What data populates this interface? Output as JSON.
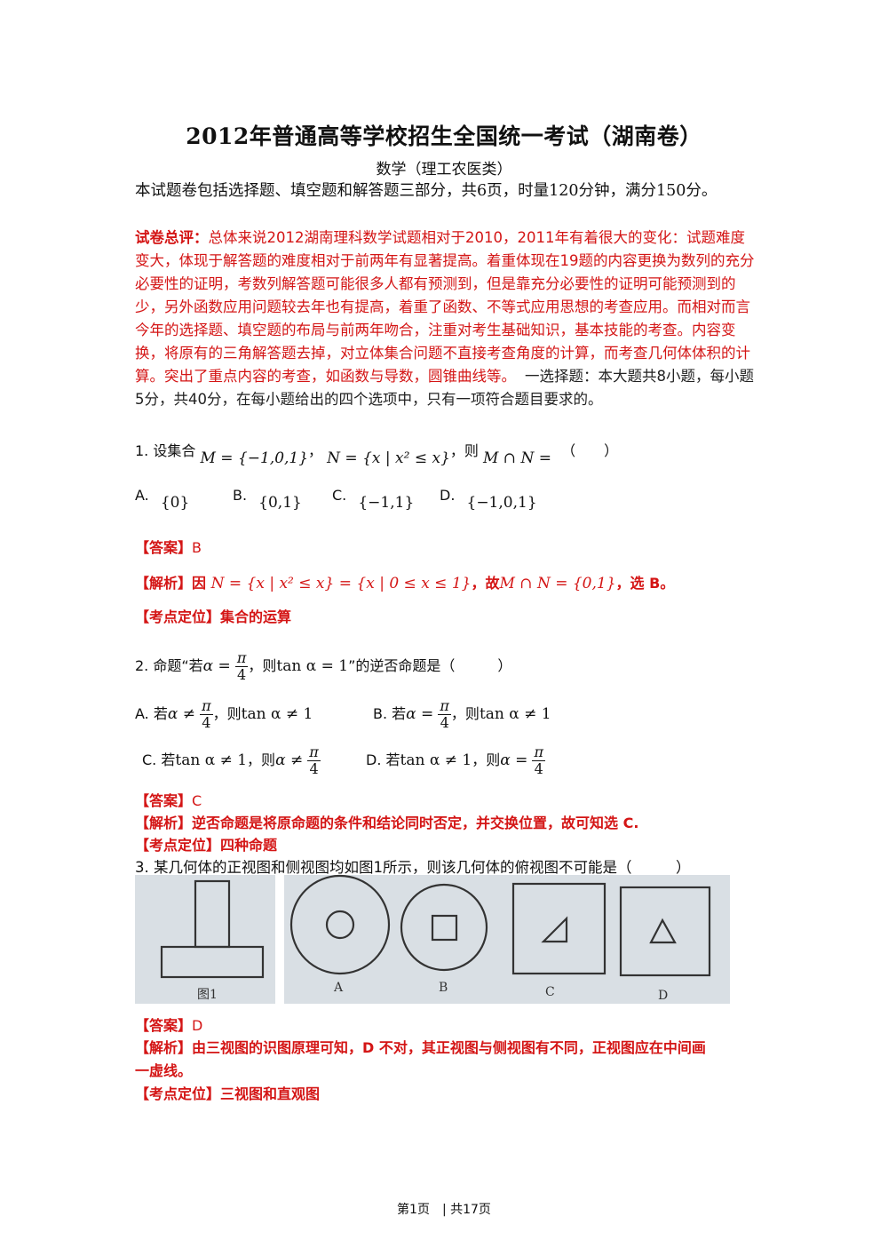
{
  "doc": {
    "title": "2012年普通高等学校招生全国统一考试（湖南卷）",
    "subtitle": "数学（理工农医类）",
    "intro": "本试题卷包括选择题、填空题和解答题三部分，共6页，时量120分钟，满分150分。",
    "comment_label": "试卷总评：",
    "comment_text": "总体来说2012湖南理科数学试题相对于2010，2011年有着很大的变化：试题难度变大，体现于解答题的难度相对于前两年有显著提高。着重体现在19题的内容更换为数列的充分必要性的证明，考数列解答题可能很多人都有预测到，但是靠充分必要性的证明可能预测到的少，另外函数应用问题较去年也有提高，着重了函数、不等式应用思想的考查应用。而相对而言今年的选择题、填空题的布局与前两年吻合，注重对考生基础知识，基本技能的考查。内容变换，将原有的三角解答题去掉，对立体集合问题不直接考查角度的计算，而考查几何体体积的计算。突出了重点内容的考查，如函数与导数，圆锥曲线等。",
    "section_text": "一选择题：本大题共8小题，每小题5分，共40分，在每小题给出的四个选项中，只有一项符合题目要求的。"
  },
  "q1": {
    "stem_prefix": "1. 设集合",
    "set_m": "M = {−1,0,1}",
    "sep": "，",
    "set_n": "N = {x | x² ≤ x}",
    "then": "，则",
    "inter": "M ∩ N =",
    "paren": "（　　）",
    "options": [
      {
        "label": "A.",
        "value": "{0}"
      },
      {
        "label": "B.",
        "value": "{0,1}"
      },
      {
        "label": "C.",
        "value": "{−1,1}"
      },
      {
        "label": "D.",
        "value": "{−1,0,1}"
      }
    ],
    "answer_label": "【答案】",
    "answer": "B",
    "analysis_label": "【解析】",
    "analysis_prefix": "因",
    "analysis_math": "N = {x | x² ≤ x} = {x | 0 ≤ x ≤ 1}",
    "analysis_mid": "，故",
    "analysis_math2": "M ∩ N = {0,1}",
    "analysis_suffix": "，选 B。",
    "point_label": "【考点定位】",
    "point": "集合的运算"
  },
  "q2": {
    "stem_prefix": "2. 命题“若",
    "stem_alpha": "α =",
    "pi": "π",
    "four": "4",
    "stem_mid": "，则",
    "stem_tan": "tan α = 1",
    "stem_suffix": "”的逆否命题是（　　　）",
    "optA_label": "A.",
    "optA_if": "若",
    "optA_expr": "α ≠",
    "optA_then": "，则",
    "optA_tan": "tan α ≠ 1",
    "optB_label": "B.",
    "optB_if": "若",
    "optB_expr": "α =",
    "optB_then": "，则",
    "optB_tan": "tan α ≠ 1",
    "optC_label": "C.",
    "optC_if": "若",
    "optC_tan": "tan α ≠ 1",
    "optC_then": "，则",
    "optC_expr": "α ≠",
    "optD_label": "D.",
    "optD_if": "若",
    "optD_tan": "tan α ≠ 1",
    "optD_then": "，则",
    "optD_expr": "α =",
    "answer_label": "【答案】",
    "answer": "C",
    "analysis_label": "【解析】",
    "analysis": "逆否命题是将原命题的条件和结论同时否定，并交换位置，故可知选 C.",
    "point_label": "【考点定位】",
    "point": "四种命题"
  },
  "q3": {
    "stem": "3. 某几何体的正视图和侧视图均如图1所示，则该几何体的俯视图不可能是（　　　）",
    "fig1_label": "图1",
    "figure_labels": [
      "A",
      "B",
      "C",
      "D"
    ],
    "answer_label": "【答案】",
    "answer": "D",
    "analysis_label": "【解析】",
    "analysis_line1": "由三视图的识图原理可知，D 不对，其正视图与侧视图有不同，正视图应在中间画",
    "analysis_line2": "一虚线。",
    "point_label": "【考点定位】",
    "point": "三视图和直观图"
  },
  "footer": {
    "text": "第1页　| 共17页"
  }
}
